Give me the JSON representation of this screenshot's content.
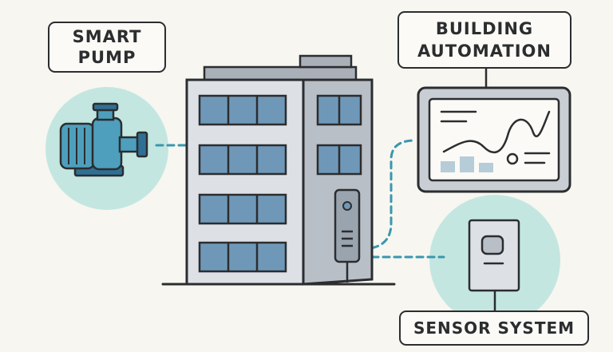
{
  "labels": {
    "smart_pump": "SMART\nPUMP",
    "building_automation": "BUILDING\nAUTOMATION",
    "sensor_system": "SENSOR SYSTEM"
  },
  "colors": {
    "background": "#f7f6f1",
    "outline": "#2b2d2f",
    "accent_circle": "#c4e6e1",
    "pump_blue": "#4e9fbd",
    "window_blue": "#6f98b8",
    "building_gray": "#dde1e6",
    "dashed_link": "#3a97ad"
  },
  "icons": {
    "pump": "pump-icon",
    "building": "building-icon",
    "control_panel": "control-panel-icon",
    "monitor": "monitor-icon",
    "sensor_device": "sensor-device-icon"
  }
}
